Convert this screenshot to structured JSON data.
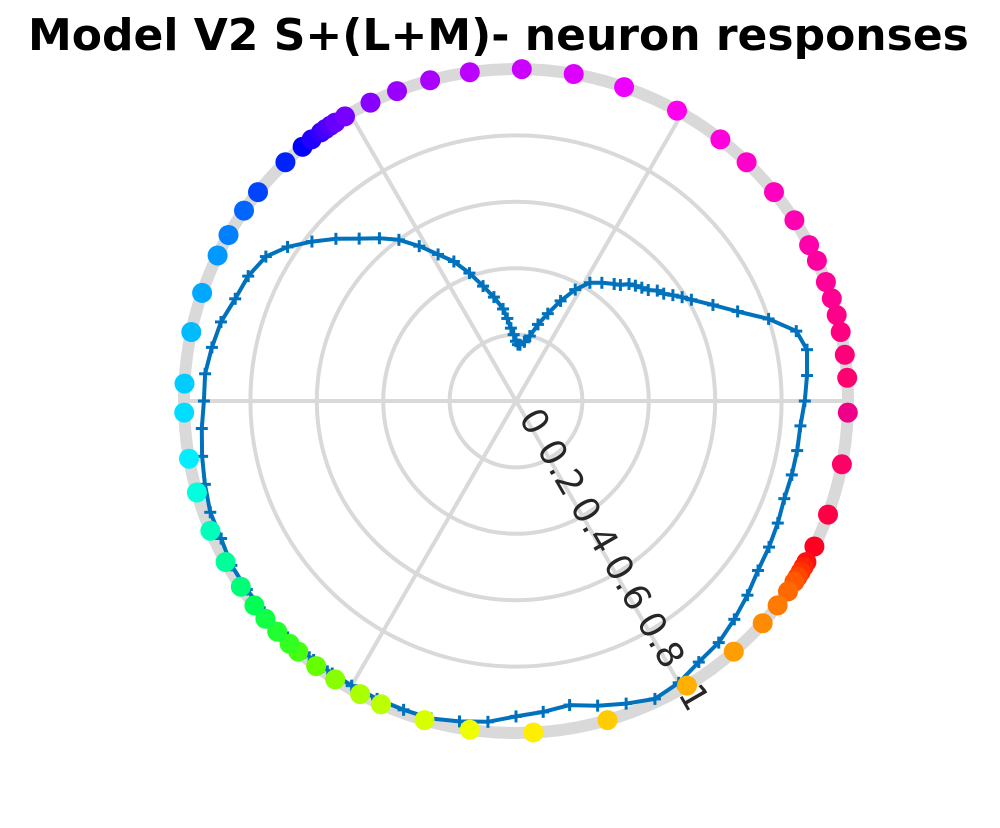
{
  "chart_data": {
    "type": "polar",
    "title": "Model V2 S+(L+M)- neuron responses",
    "rlim": [
      0,
      1
    ],
    "r_ticks": [
      "0",
      "0.2",
      "0.4",
      "0.6",
      "0.8",
      "1"
    ],
    "r_tick_values": [
      0,
      0.2,
      0.4,
      0.6,
      0.8,
      1
    ],
    "r_tick_angle_deg": -60,
    "theta_grid_deg": [
      0,
      60,
      120,
      180,
      240,
      300
    ],
    "grid": true,
    "response_color": "#0072BD",
    "grid_color": "#d9d9d9",
    "response": {
      "theta_deg": [
        0,
        5,
        10,
        14,
        18,
        22,
        26,
        30,
        32,
        34,
        36,
        38,
        40,
        42,
        44,
        46,
        48,
        50,
        54,
        58,
        62,
        66,
        70,
        74,
        78,
        82,
        86,
        88,
        90,
        92,
        94,
        96,
        98,
        102,
        106,
        110,
        114,
        118,
        122,
        126,
        130,
        134,
        138,
        142,
        146,
        150,
        155,
        160,
        165,
        170,
        175,
        180,
        185,
        190,
        195,
        200,
        205,
        210,
        215,
        220,
        224,
        226,
        228,
        230,
        232,
        234,
        236,
        240,
        245,
        250,
        255,
        260,
        265,
        270,
        275,
        280,
        285,
        290,
        295,
        300,
        305,
        310,
        315,
        320,
        325,
        330,
        335,
        340,
        345,
        350,
        355
      ],
      "r": [
        0.87,
        0.88,
        0.89,
        0.87,
        0.8,
        0.72,
        0.66,
        0.61,
        0.59,
        0.57,
        0.55,
        0.54,
        0.52,
        0.51,
        0.5,
        0.49,
        0.47,
        0.46,
        0.44,
        0.42,
        0.38,
        0.33,
        0.28,
        0.24,
        0.2,
        0.18,
        0.17,
        0.17,
        0.18,
        0.2,
        0.22,
        0.25,
        0.28,
        0.32,
        0.36,
        0.41,
        0.46,
        0.5,
        0.55,
        0.6,
        0.64,
        0.68,
        0.73,
        0.78,
        0.83,
        0.87,
        0.89,
        0.9,
        0.92,
        0.93,
        0.94,
        0.94,
        0.95,
        0.96,
        0.97,
        0.98,
        0.98,
        0.99,
        0.99,
        0.99,
        0.99,
        0.99,
        0.99,
        0.99,
        0.99,
        0.99,
        0.99,
        0.99,
        0.99,
        0.99,
        0.99,
        0.98,
        0.97,
        0.95,
        0.94,
        0.93,
        0.95,
        0.97,
        0.99,
        0.98,
        0.96,
        0.95,
        0.93,
        0.91,
        0.89,
        0.88,
        0.87,
        0.86,
        0.86,
        0.86,
        0.86
      ]
    },
    "stimulus_dots": {
      "r": 1.0,
      "theta_deg": [
        358,
        349,
        340,
        334,
        331,
        330,
        329,
        328,
        327,
        325,
        322,
        318,
        311,
        301,
        286,
        273,
        262,
        254,
        246,
        242,
        237,
        233,
        229,
        227,
        224,
        221,
        218,
        214,
        209,
        203,
        196,
        190,
        182,
        177,
        168,
        161,
        154,
        150,
        145,
        141,
        134,
        130,
        128,
        126,
        125,
        124,
        123,
        121,
        116,
        111,
        105,
        98,
        89,
        80,
        71,
        61,
        52,
        46,
        39,
        33,
        28,
        25,
        21,
        18,
        15,
        12,
        8,
        4
      ],
      "colors": [
        "#ee0088",
        "#ff0066",
        "#ff0044",
        "#ff0022",
        "#ff0f10",
        "#ff2008",
        "#ff3300",
        "#ff4600",
        "#ff5800",
        "#ff6a00",
        "#ff7a00",
        "#ff8c00",
        "#ff9e00",
        "#ffb000",
        "#ffcc00",
        "#ffee00",
        "#eeff00",
        "#d8ff00",
        "#bbff00",
        "#aaff00",
        "#88ff00",
        "#66ff00",
        "#44ff10",
        "#33ff20",
        "#22ff30",
        "#11ff44",
        "#00ff55",
        "#00ff77",
        "#00ff99",
        "#00ffbb",
        "#00ffdd",
        "#00eeff",
        "#00ddff",
        "#00ccff",
        "#00bbff",
        "#00a8ff",
        "#0099ff",
        "#0080ff",
        "#0066ff",
        "#0044ff",
        "#0022ff",
        "#0000ff",
        "#2200ff",
        "#3300ff",
        "#4400ff",
        "#5500ff",
        "#6600ff",
        "#7700ff",
        "#8800ff",
        "#9900ff",
        "#aa00ff",
        "#bb00ff",
        "#cc00ff",
        "#dd00ff",
        "#ee00ff",
        "#ff00ee",
        "#ff00dd",
        "#ff00cc",
        "#ff00c0",
        "#ff00b3",
        "#ff00aa",
        "#ff00a0",
        "#ff0099",
        "#ff0090",
        "#ff0088",
        "#ff0080",
        "#ff0078",
        "#ff0070"
      ]
    }
  }
}
